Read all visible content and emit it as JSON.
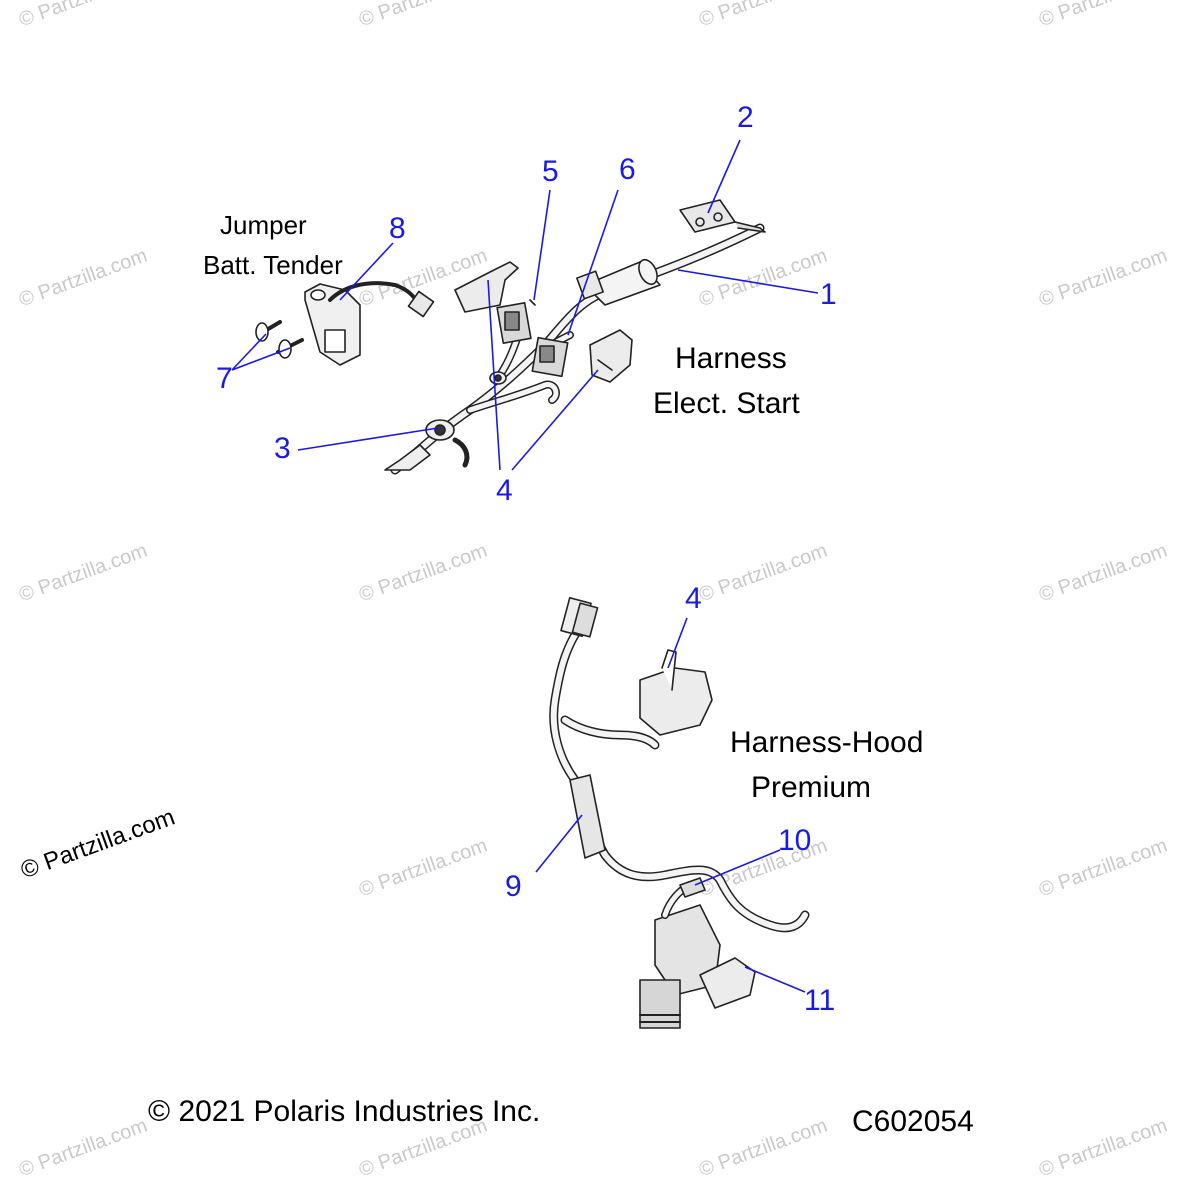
{
  "watermark": "© Partzilla.com",
  "corner_watermark": "© Partzilla.com",
  "labels": {
    "jumper_line1": "Jumper",
    "jumper_line2": "Batt. Tender",
    "harness_elect_line1": "Harness",
    "harness_elect_line2": "Elect. Start",
    "harness_hood_line1": "Harness-Hood",
    "harness_hood_line2": "Premium"
  },
  "callouts": {
    "c1": "1",
    "c2": "2",
    "c3": "3",
    "c4a": "4",
    "c4b": "4",
    "c5": "5",
    "c6": "6",
    "c7": "7",
    "c8": "8",
    "c9": "9",
    "c10": "10",
    "c11": "11"
  },
  "copyright": "© 2021 Polaris Industries Inc.",
  "diagram_code": "C602054",
  "colors": {
    "callout": "#1a1ae6",
    "text": "#000000",
    "watermark": "#c9c9c9",
    "line_art": "#222222"
  }
}
